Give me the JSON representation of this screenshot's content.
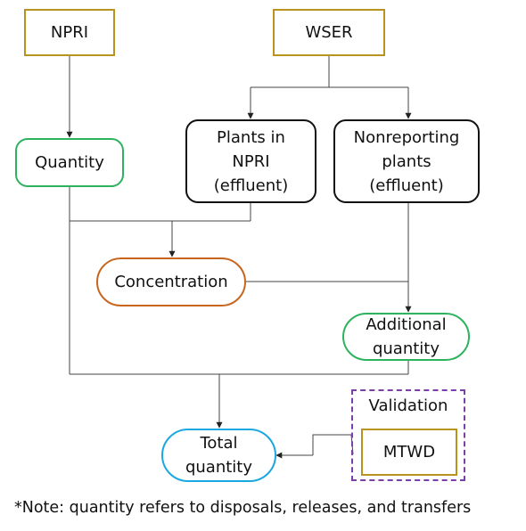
{
  "nodes": {
    "npri": "NPRI",
    "wser": "WSER",
    "quantity": "Quantity",
    "plants_in_npri": [
      "Plants in",
      "NPRI",
      "(effluent)"
    ],
    "nonreporting": [
      "Nonreporting",
      "plants",
      "(effluent)"
    ],
    "concentration": "Concentration",
    "additional": [
      "Additional",
      "quantity"
    ],
    "total": [
      "Total",
      "quantity"
    ],
    "mtwd": "MTWD"
  },
  "validation_group": {
    "title": "Validation"
  },
  "note": "*Note: quantity refers to disposals, releases, and transfers",
  "colors": {
    "gold": "#b8941f",
    "green": "#2db35d",
    "orange": "#c8661e",
    "blue": "#1ba8e0",
    "purple": "#7b3fa8",
    "black": "#111111"
  }
}
